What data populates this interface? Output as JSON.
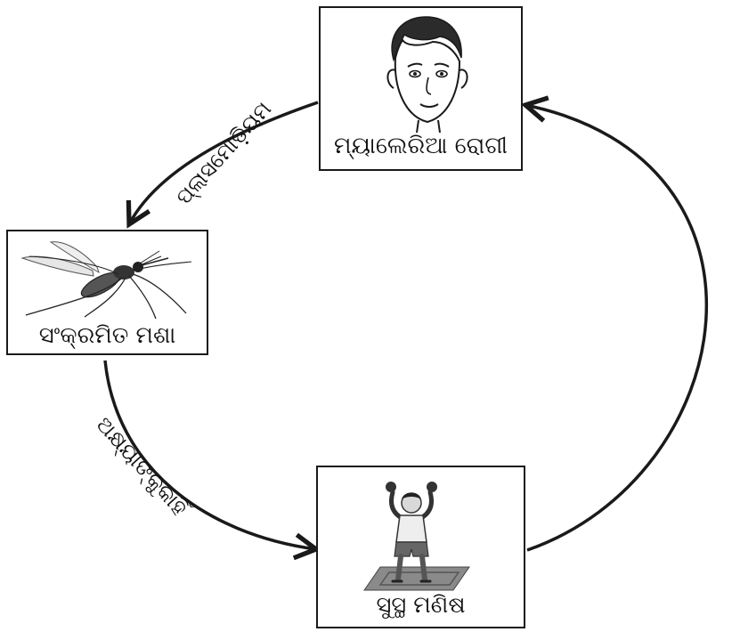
{
  "nodes": {
    "patient": {
      "label": "ମ୍ୟାଲେରିଆ ରୋଗୀ",
      "icon": "boy-face-icon"
    },
    "mosquito": {
      "label": "ସଂକ୍ରମିତ ମଶା",
      "icon": "mosquito-icon"
    },
    "healthy": {
      "label": "ସୁସ୍ଥ ମଣିଷ",
      "icon": "exercising-boy-icon"
    }
  },
  "edges": {
    "patient_to_mosquito": {
      "label": "ପ୍ଲାସମୋଡ଼ିୟମ"
    },
    "mosquito_to_healthy": {
      "label": "ଅକ୍ଷ୍ୟାଙ୍କୁକାହିଁ"
    }
  },
  "colors": {
    "stroke": "#1a1a1a",
    "background": "#ffffff"
  }
}
